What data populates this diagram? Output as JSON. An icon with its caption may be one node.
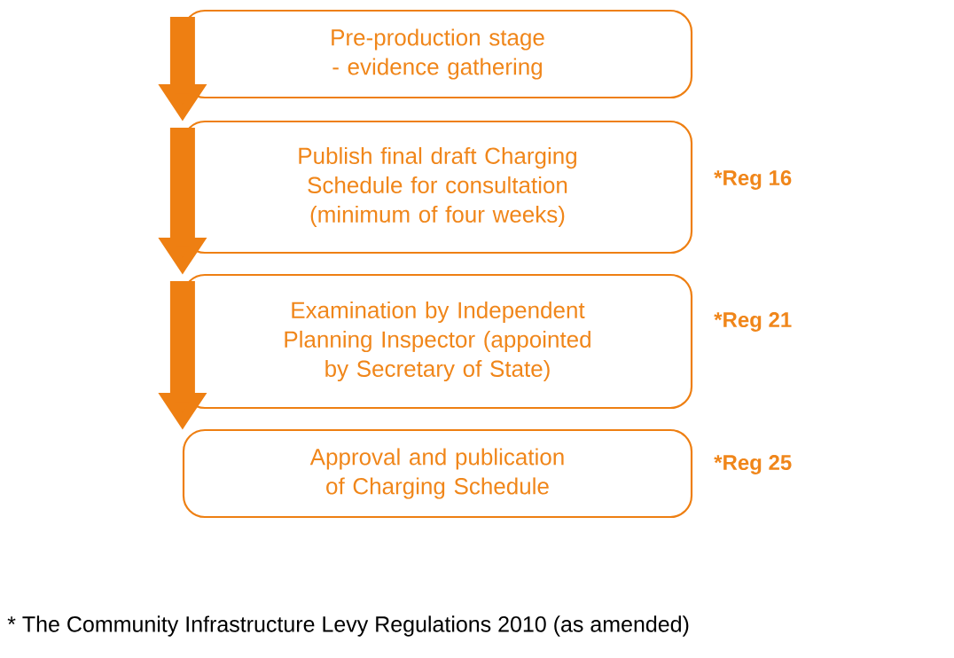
{
  "diagram": {
    "nodes": [
      {
        "text": [
          "Pre-production stage - evidence gathering"
        ]
      },
      {
        "text": [
          "Publish final draft Charging Schedule for consultation (minimum of four weeks)"
        ],
        "beside": [
          "*Reg 16"
        ]
      },
      {
        "text": [
          "Examination by Independent Planning Inspector (appointed by Secretary of State)"
        ],
        "beside": [
          "*Reg 21"
        ]
      },
      {
        "text": [
          "Approval and publication of Charging Schedule"
        ],
        "beside": [
          "*Reg 25"
        ]
      }
    ],
    "edges": [
      {
        "from": 0,
        "to": 1,
        "arrow": "to"
      },
      {
        "from": 1,
        "to": 2,
        "arrow": "to"
      },
      {
        "from": 2,
        "to": 3,
        "arrow": "to"
      }
    ],
    "labels": [
      "* The Community Infrastructure Levy Regulations 2010 (as amended)"
    ]
  }
}
